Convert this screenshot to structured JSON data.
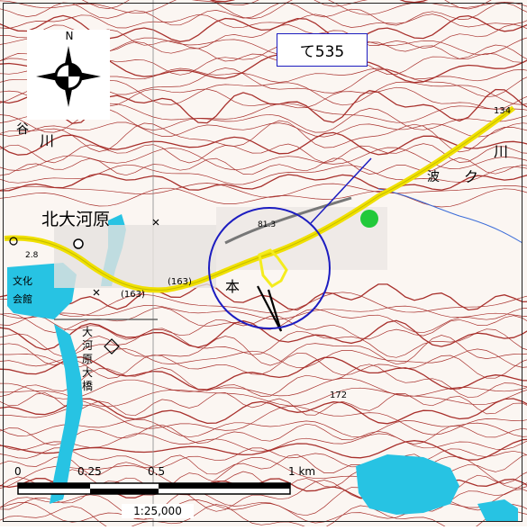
{
  "site_label": "て535",
  "compass": {
    "north_label": "N",
    "icon": "compass-rose-icon"
  },
  "places": {
    "town": "北大河原",
    "hamlet": "本",
    "hall_l1": "文化",
    "hall_l2": "会館",
    "bridge_l1": "大河",
    "bridge_l2": "原大橋",
    "river_ku": "ク",
    "river_kawa_r": "川",
    "river_kawa_l": "川",
    "river_nami": "波",
    "river_kana_l": "谷"
  },
  "routes": {
    "r163a": "(163)",
    "r163b": "(163)",
    "r134": "134"
  },
  "elevations": {
    "e172": "172",
    "e2_8": "2.8",
    "e81_3": "81.3"
  },
  "scale": {
    "t0": "0",
    "t025": "0.25",
    "t05": "0.5",
    "t1": "1 km",
    "ratio": "1:25,000"
  },
  "colors": {
    "contour": "#a8302c",
    "road": "#f0e000",
    "water": "#27c3e3",
    "circle": "#1c1cc0",
    "marker": "#22c93a",
    "site": "#f4ec1e"
  }
}
